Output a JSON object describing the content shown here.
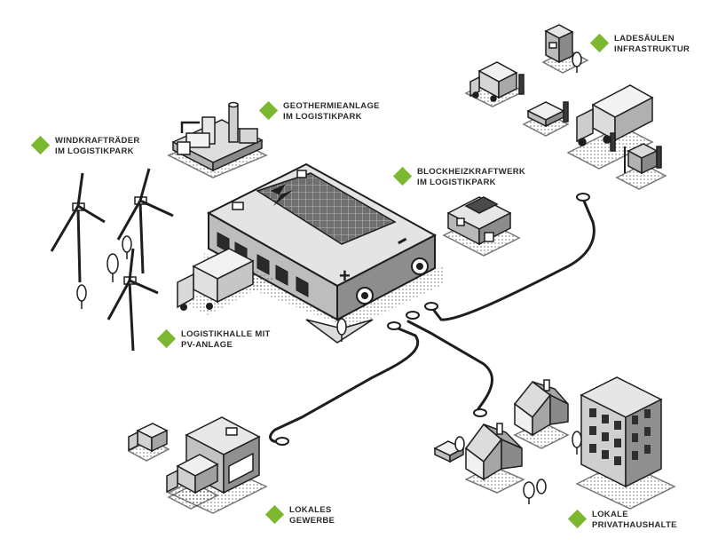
{
  "labels": {
    "windkraft": [
      "WINDKRAFTRÄDER",
      "IM LOGISTIKPARK"
    ],
    "geothermie": [
      "GEOTHERMIEANLAGE",
      "IM LOGISTIKPARK"
    ],
    "ladesaeulen": [
      "LADESÄULEN",
      "INFRASTRUKTUR"
    ],
    "blockheiz": [
      "BLOCKHEIZKRAFTWERK",
      "IM LOGISTIKPARK"
    ],
    "logistikhalle": [
      "LOGISTIKHALLE MIT",
      "PV-ANLAGE"
    ],
    "gewerbe": [
      "LOKALES",
      "GEWERBE"
    ],
    "privat": [
      "LOKALE",
      "PRIVATHAUSHALTE"
    ]
  },
  "colors": {
    "accent": "#7cb82f",
    "ink": "#1e1e1e",
    "light": "#e6e6e6",
    "mid": "#a9a9a9",
    "dark": "#3a3a3a"
  }
}
